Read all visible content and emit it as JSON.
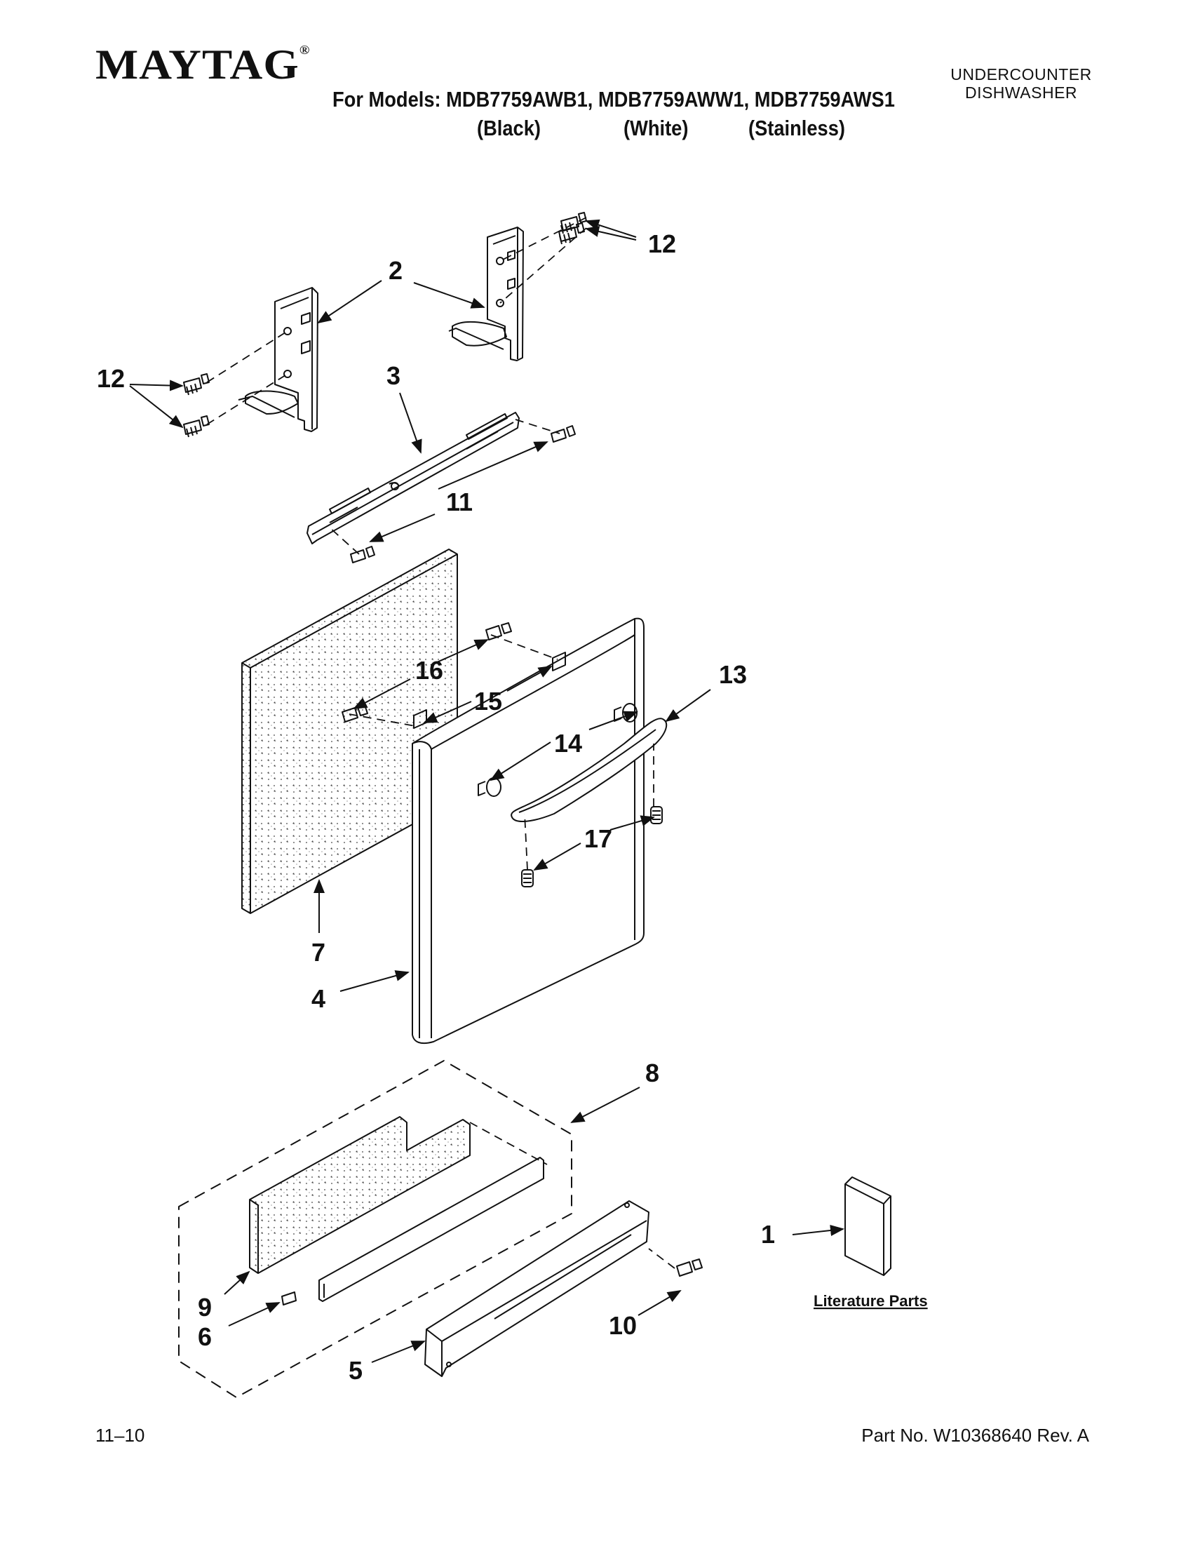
{
  "brand": {
    "name": "MAYTAG",
    "reg": "®"
  },
  "header": {
    "models_line": "For Models: MDB7759AWB1, MDB7759AWW1, MDB7759AWS1",
    "colors": [
      "(Black)",
      "(White)",
      "(Stainless)"
    ],
    "product_line1": "UNDERCOUNTER",
    "product_line2": "DISHWASHER"
  },
  "callouts": {
    "c1": "1",
    "c2": "2",
    "c3": "3",
    "c4": "4",
    "c5": "5",
    "c6": "6",
    "c7": "7",
    "c8": "8",
    "c9": "9",
    "c10": "10",
    "c11": "11",
    "c12a": "12",
    "c12b": "12",
    "c13": "13",
    "c14": "14",
    "c15": "15",
    "c16": "16",
    "c17": "17"
  },
  "literature_label": "Literature Parts",
  "footer": {
    "date_code": "11–10",
    "part_number": "Part No. W10368640 Rev. A"
  }
}
